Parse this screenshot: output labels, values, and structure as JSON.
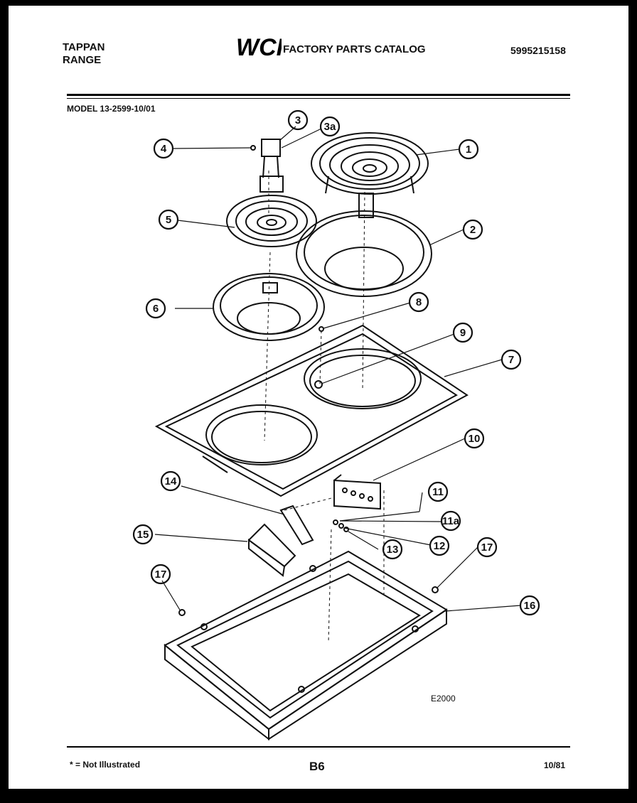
{
  "header": {
    "brand_line1": "TAPPAN",
    "brand_line2": "RANGE",
    "logo_text": "WCI",
    "catalog_title": "FACTORY PARTS CATALOG",
    "catalog_number": "5995215158",
    "model": "MODEL 13-2599-10/01"
  },
  "diagram": {
    "callouts": [
      "1",
      "2",
      "3",
      "3a",
      "4",
      "5",
      "6",
      "7",
      "8",
      "9",
      "10",
      "11",
      "11a",
      "12",
      "13",
      "14",
      "15",
      "16",
      "17",
      "17"
    ],
    "figure_code": "E2000"
  },
  "footer": {
    "note": "* = Not Illustrated",
    "page": "B6",
    "date": "10/81"
  },
  "colors": {
    "ink": "#111111",
    "paper": "#ffffff",
    "border": "#000000"
  }
}
